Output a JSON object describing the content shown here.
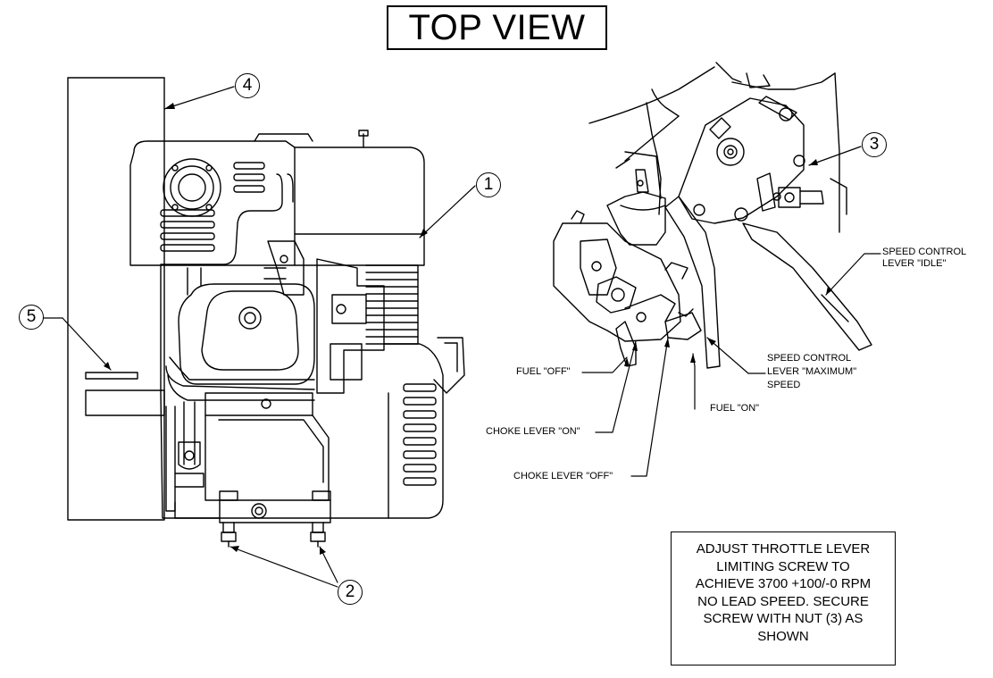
{
  "title": "TOP VIEW",
  "callouts": {
    "c1": "1",
    "c2": "2",
    "c3": "3",
    "c4": "4",
    "c5": "5"
  },
  "labels": {
    "speed_idle_1": "SPEED CONTROL",
    "speed_idle_2": "LEVER \"IDLE\"",
    "speed_max_1": "SPEED CONTROL",
    "speed_max_2": "LEVER \"MAXIMUM\"",
    "speed_max_3": "SPEED",
    "fuel_off": "FUEL \"OFF\"",
    "fuel_on": "FUEL \"ON\"",
    "choke_on": "CHOKE LEVER \"ON\"",
    "choke_off": "CHOKE LEVER \"OFF\""
  },
  "note": {
    "line1": "ADJUST THROTTLE LEVER",
    "line2": "LIMITING SCREW TO",
    "line3": "ACHIEVE 3700 +100/-0 RPM",
    "line4": "NO LEAD SPEED. SECURE",
    "line5": "SCREW WITH NUT (3) AS",
    "line6": "SHOWN"
  }
}
